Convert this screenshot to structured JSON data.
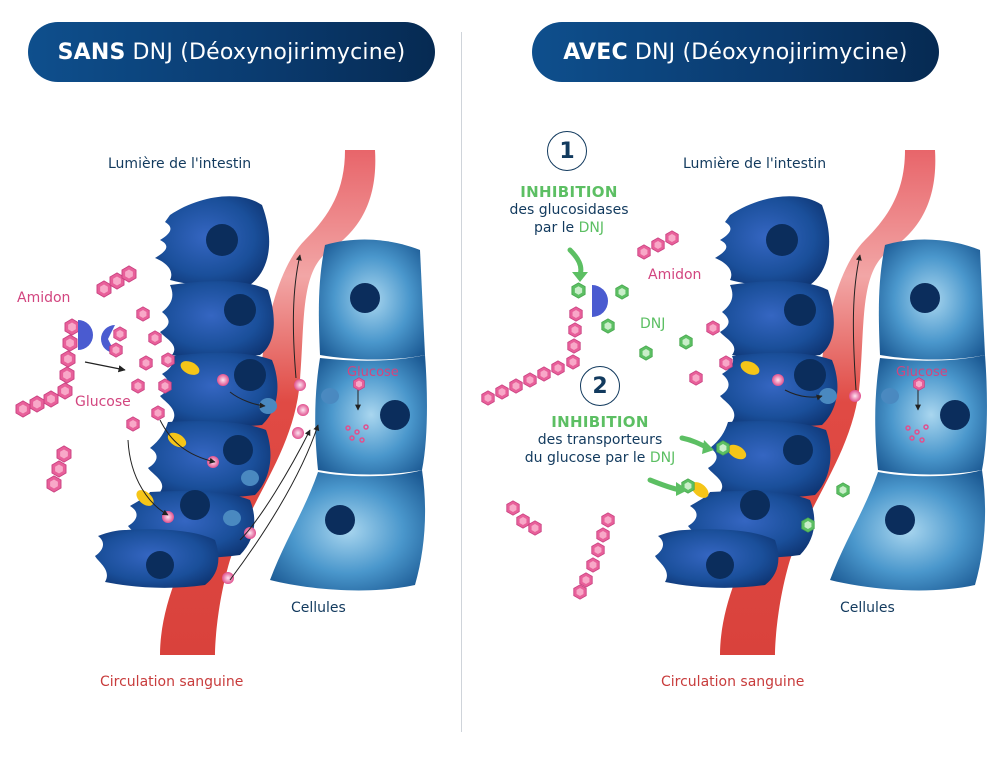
{
  "panels": [
    {
      "header": {
        "bold": "SANS",
        "rest": "DNJ (Déoxynojirimycine)"
      },
      "labels": {
        "lumen": "Lumière de l'intestin",
        "starch": "Amidon",
        "glucose_outside": "Glucose",
        "glucose_cell": "Glucose",
        "cells": "Cellules",
        "blood": "Circulation sanguine"
      }
    },
    {
      "header": {
        "bold": "AVEC",
        "rest": "DNJ (Déoxynojirimycine)"
      },
      "labels": {
        "lumen": "Lumière de l'intestin",
        "starch": "Amidon",
        "dnj": "DNJ",
        "glucose_cell": "Glucose",
        "cells": "Cellules",
        "blood": "Circulation sanguine"
      },
      "steps": [
        {
          "number": "1",
          "title": "INHIBITION",
          "line1": "des glucosidases",
          "line2_prefix": "par le",
          "line2_highlight": "DNJ"
        },
        {
          "number": "2",
          "title": "INHIBITION",
          "line1": "des transporteurs",
          "line2_prefix": "du glucose par le",
          "line2_highlight": "DNJ"
        }
      ]
    }
  ],
  "colors": {
    "header_blue": "#0a3a6e",
    "text_dark": "#123a5e",
    "glucose_pink": "#e0508e",
    "dnj_green": "#5cbf63",
    "blood_red": "#d9423c",
    "enterocyte_blue": "#1a4f9a",
    "cell_lightblue": "#3a8cc4",
    "transporter_yellow": "#f5c518"
  }
}
